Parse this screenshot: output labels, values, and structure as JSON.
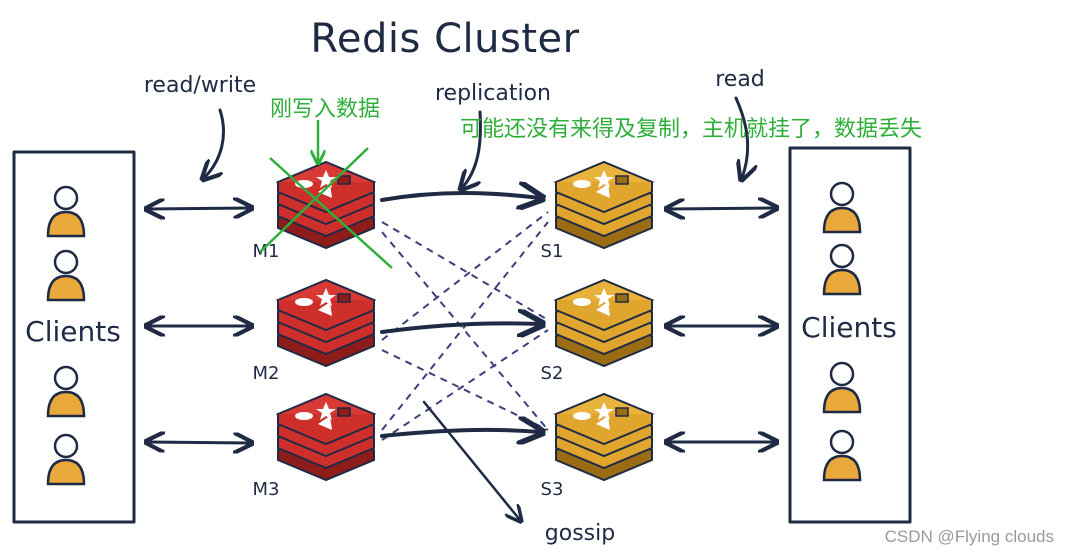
{
  "title": "Redis Cluster",
  "labels": {
    "read_write": "read/write",
    "replication": "replication",
    "read": "read",
    "gossip": "gossip"
  },
  "clients_left": "Clients",
  "clients_right": "Clients",
  "masters": [
    {
      "name": "M1"
    },
    {
      "name": "M2"
    },
    {
      "name": "M3"
    }
  ],
  "slaves": [
    {
      "name": "S1"
    },
    {
      "name": "S2"
    },
    {
      "name": "S3"
    }
  ],
  "annotations": {
    "just_written": "刚写入数据",
    "data_loss": "可能还没有来得及复制，主机就挂了，数据丢失"
  },
  "watermark": "CSDN @Flying  clouds",
  "colors": {
    "master": "#cf2f2b",
    "master_dark": "#8e1c1a",
    "slave": "#e0a52c",
    "slave_dark": "#9a6c14",
    "ink": "#1f2a44",
    "person": "#e8a93a",
    "annotation": "#2fae3a"
  }
}
